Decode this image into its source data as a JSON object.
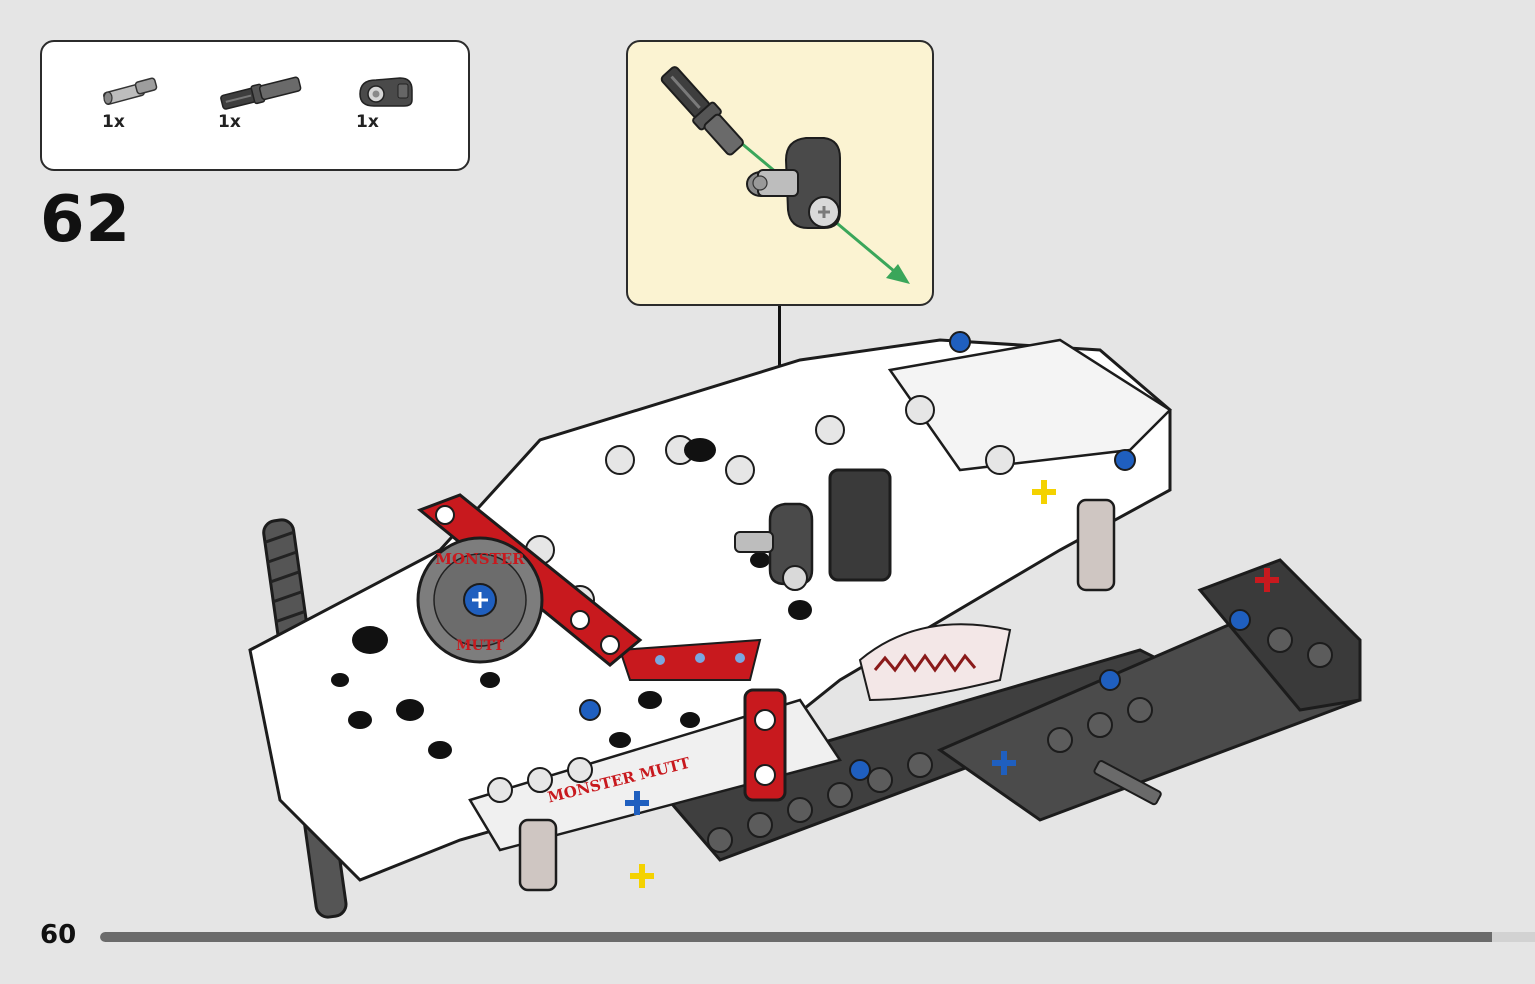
{
  "parts_list": {
    "items": [
      {
        "icon": "friction-pin-with-bush-icon",
        "quantity": "1x"
      },
      {
        "icon": "axle-pin-dark-grey-icon",
        "quantity": "1x"
      },
      {
        "icon": "pin-connector-perpendicular-icon",
        "quantity": "1x"
      }
    ]
  },
  "step": {
    "number": "62"
  },
  "callout": {
    "icon": "sub-assembly-axle-into-connector-icon",
    "arrow_color": "#3aa65a"
  },
  "model": {
    "icon": "monster-mutt-truck-assembly-icon",
    "decals": {
      "wheel_logo_top": "MONSTER",
      "wheel_logo_bottom": "MUTT",
      "side_logo": "MONSTER MUTT"
    }
  },
  "footer": {
    "page_number": "60",
    "progress": 0.97
  },
  "colors": {
    "background": "#e5e5e5",
    "callout_background": "#fbf3d2",
    "accent_red": "#c8191e",
    "accent_blue": "#1f5fbf",
    "accent_yellow": "#f4d200",
    "dark_grey": "#4a4a4a"
  }
}
